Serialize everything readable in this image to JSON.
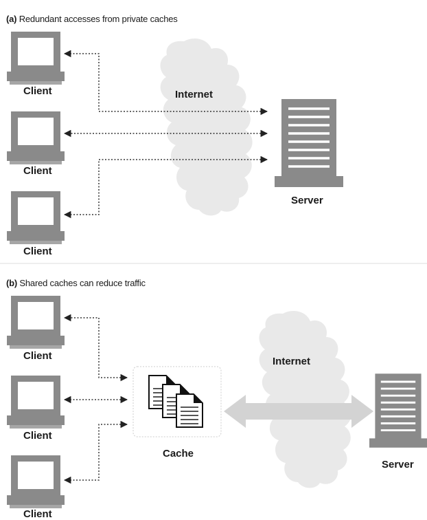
{
  "panel_a": {
    "tag": "(a)",
    "title": "Redundant accesses from private caches",
    "clients": [
      "Client",
      "Client",
      "Client"
    ],
    "internet_label": "Internet",
    "server_label": "Server"
  },
  "panel_b": {
    "tag": "(b)",
    "title": "Shared caches can reduce traffic",
    "clients": [
      "Client",
      "Client",
      "Client"
    ],
    "cache_label": "Cache",
    "internet_label": "Internet",
    "server_label": "Server"
  },
  "colors": {
    "icon_gray": "#8a8a8a",
    "cloud_gray": "#e9e9e9",
    "arrow_gray": "#d3d3d3",
    "text": "#1a1a1a"
  },
  "icons": {
    "client": "monitor-icon",
    "server": "server-rack-icon",
    "cache": "documents-stack-icon",
    "network": "cloud-icon"
  }
}
